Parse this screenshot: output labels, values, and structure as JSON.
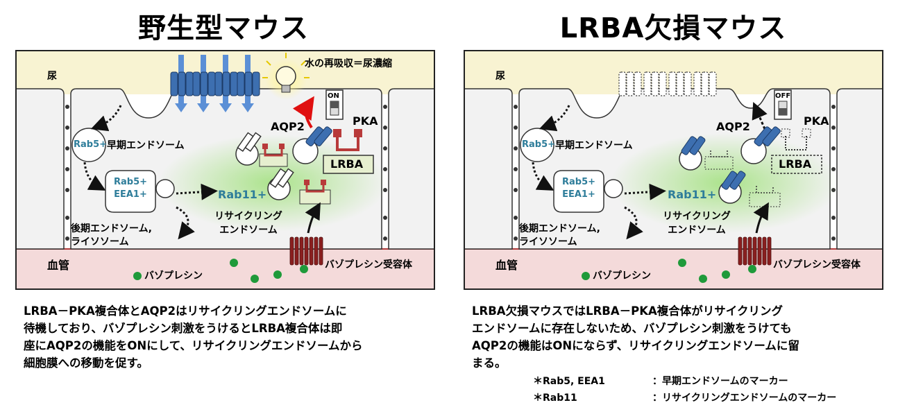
{
  "panels": {
    "left": {
      "title": "野生型マウス",
      "urine": "尿",
      "blood": "血管",
      "reabsorption": "水の再吸収＝尿濃縮",
      "switch": "ON",
      "aqp2": "AQP2",
      "pka": "PKA",
      "lrba": "LRBA",
      "rab5": "Rab5+",
      "early_endosome": "早期エンドソーム",
      "rab5_2": "Rab5+",
      "eea1": "EEA1+",
      "rab11": "Rab11+",
      "recycling_line1": "リサイクリング",
      "recycling_line2": "エンドソーム",
      "late_line1": "後期エンドソーム,",
      "late_line2": "ライソソーム",
      "vasopressin": "バゾプレシン",
      "receptor": "バゾプレシン受容体"
    },
    "right": {
      "title": "LRBA欠損マウス",
      "urine": "尿",
      "blood": "血管",
      "switch": "OFF",
      "aqp2": "AQP2",
      "pka": "PKA",
      "lrba": "LRBA",
      "rab5": "Rab5+",
      "early_endosome": "早期エンドソーム",
      "rab5_2": "Rab5+",
      "eea1": "EEA1+",
      "rab11": "Rab11+",
      "recycling_line1": "リサイクリング",
      "recycling_line2": "エンドソーム",
      "late_line1": "後期エンドソーム,",
      "late_line2": "ライソソーム",
      "vasopressin": "バゾプレシン",
      "receptor": "バゾプレシン受容体"
    }
  },
  "descriptions": {
    "left": [
      "LRBA－PKA複合体とAQP2はリサイクリングエンドソームに",
      "待機しており、バゾプレシン刺激をうけるとLRBA複合体は即",
      "座にAQP2の機能をONにして、リサイクリングエンドソームから",
      "細胞膜への移動を促す。"
    ],
    "right": [
      "LRBA欠損マウスではLRBA－PKA複合体がリサイクリング",
      "エンドソームに存在しないため、バゾプレシン刺激をうけても",
      "AQP2の機能はONにならず、リサイクリングエンドソームに留",
      "まる。"
    ]
  },
  "notes": [
    {
      "key": "＊Rab5, EEA1",
      "value": "：早期エンドソームのマーカー"
    },
    {
      "key": "＊Rab11",
      "value": "：リサイクリングエンドソームのマーカー"
    }
  ],
  "colors": {
    "urine_bg": "#f8f3d2",
    "blood_bg": "#f4dada",
    "blood_line": "#b03a3a",
    "cell_bg": "#f2f2f2",
    "aqp2_blue": "#3d6fb0",
    "water_arrow": "#5b8fd6",
    "lrba_green": "#e6efcf",
    "pka_red": "#b83a3a",
    "receptor": "#8a1f1f",
    "vesicle_green": "#33a033",
    "glow": "#9fe07a",
    "label_blue": "#2e7d9a"
  }
}
